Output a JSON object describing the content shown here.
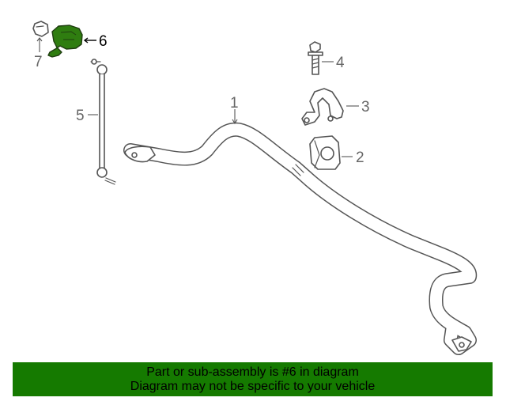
{
  "diagram": {
    "highlight_color": "#2f7d10",
    "callouts": [
      {
        "number": "1"
      },
      {
        "number": "2"
      },
      {
        "number": "3"
      },
      {
        "number": "4"
      },
      {
        "number": "5"
      },
      {
        "number": "6"
      },
      {
        "number": "7"
      }
    ],
    "highlighted_callout": "6"
  },
  "banner": {
    "line1": "Part or sub-assembly is #6 in diagram",
    "line2": "Diagram may not be specific to your vehicle",
    "background": "#157a00"
  }
}
